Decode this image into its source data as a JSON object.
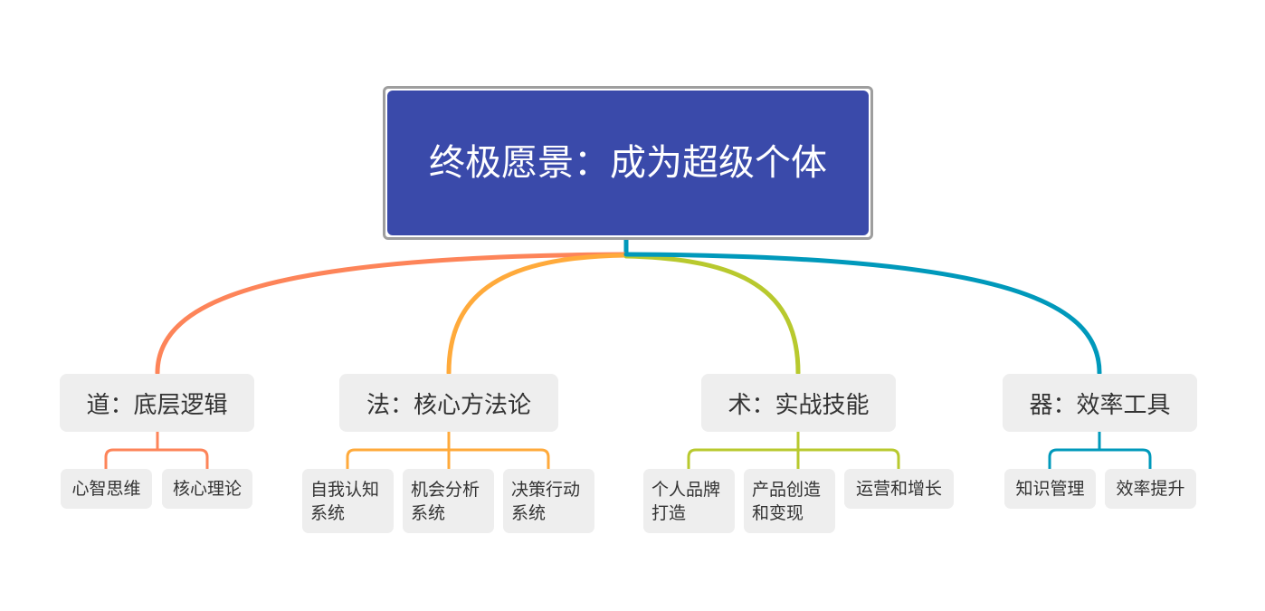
{
  "root": {
    "title": "终极愿景：成为超级个体",
    "color": "#3a4aaa"
  },
  "branches": [
    {
      "label": "道：底层逻辑",
      "color": "#fd8459",
      "children": [
        "心智思维",
        "核心理论"
      ]
    },
    {
      "label": "法：核心方法论",
      "color": "#ffaa3b",
      "children": [
        "自我认知系统",
        "机会分析系统",
        "决策行动系统"
      ]
    },
    {
      "label": "术：实战技能",
      "color": "#b8c92e",
      "children": [
        "个人品牌打造",
        "产品创造和变现",
        "运营和增长"
      ]
    },
    {
      "label": "器：效率工具",
      "color": "#0099bb",
      "children": [
        "知识管理",
        "效率提升"
      ]
    }
  ]
}
